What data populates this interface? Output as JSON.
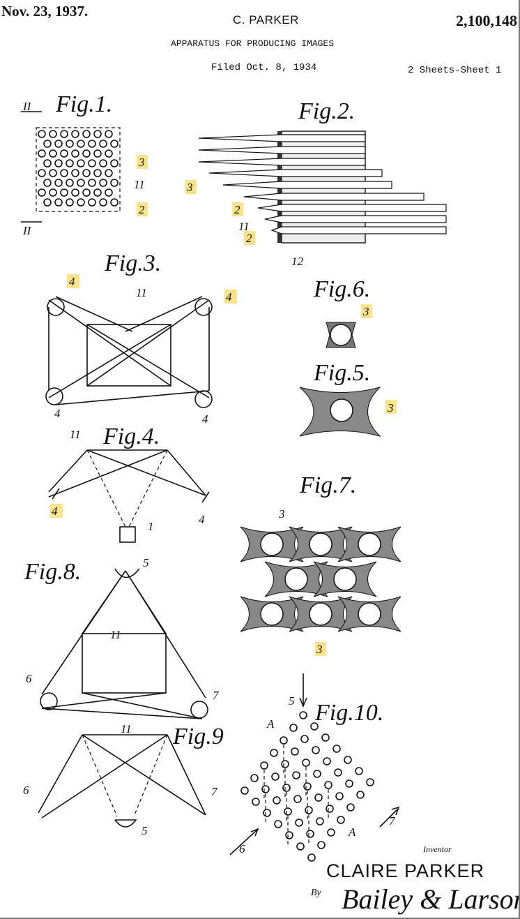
{
  "header": {
    "date": "Nov. 23, 1937.",
    "inventor": "C. PARKER",
    "patent_number": "2,100,148",
    "title": "APPARATUS FOR PRODUCING IMAGES",
    "filed": "Filed Oct. 8, 1934",
    "sheets": "2 Sheets-Sheet 1"
  },
  "figures": {
    "fig1": "Fig.1.",
    "fig2": "Fig.2.",
    "fig3": "Fig.3.",
    "fig4": "Fig.4.",
    "fig5": "Fig.5.",
    "fig6": "Fig.6.",
    "fig7": "Fig.7.",
    "fig8": "Fig.8.",
    "fig9": "Fig.9",
    "fig10": "Fig.10."
  },
  "numerals": {
    "n2": "2",
    "n3": "3",
    "n4": "4",
    "n5": "5",
    "n6": "6",
    "n7": "7",
    "n11": "11",
    "n12": "12",
    "nII": "II",
    "nA": "A"
  },
  "highlight_color": "#fbe38a",
  "footer": {
    "inventor_label": "Inventor",
    "inventor_name": "CLAIRE PARKER",
    "by": "By",
    "attorneys": "Bailey & Larson"
  }
}
